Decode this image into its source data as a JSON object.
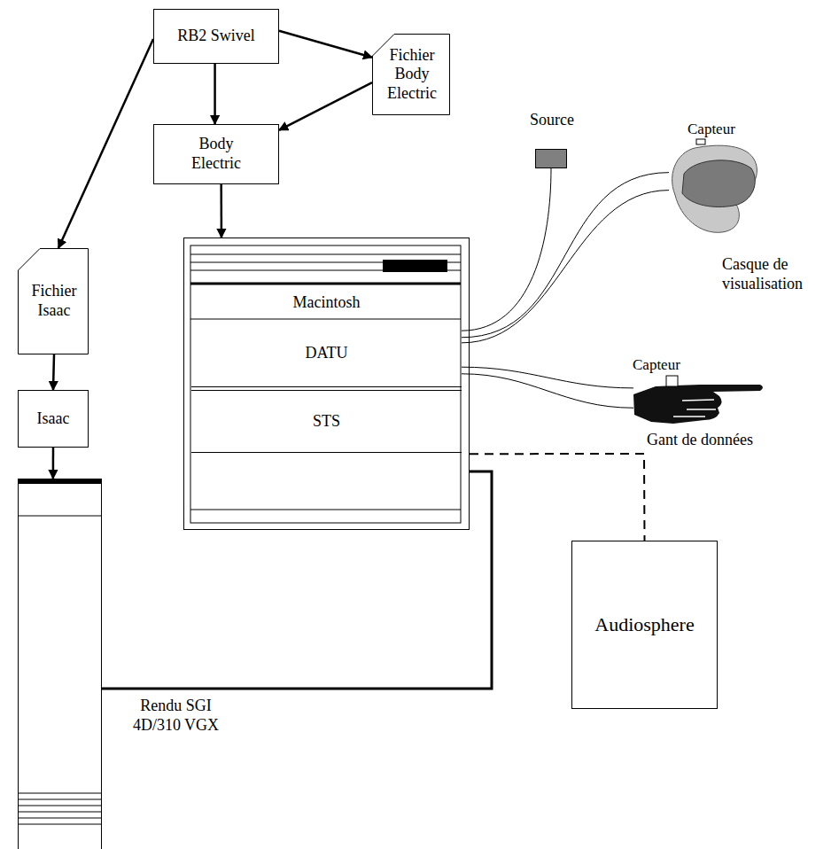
{
  "diagram": {
    "nodes": [
      {
        "text": [
          "RB2 Swivel"
        ]
      },
      {
        "text": [
          "Fichier Body Electric"
        ]
      },
      {
        "text": [
          "Body Electric"
        ]
      },
      {
        "text": [
          "Macintosh"
        ]
      },
      {
        "text": [
          "DATU"
        ],
        "in": 3
      },
      {
        "text": [
          "STS"
        ],
        "in": 3
      },
      {
        "text": [
          "Source"
        ]
      },
      {
        "text": [
          "Casque de visualisation"
        ]
      },
      {
        "text": [
          "Gant de données"
        ]
      },
      {
        "text": [
          "Fichier Isaac"
        ]
      },
      {
        "text": [
          "Isaac"
        ]
      },
      {
        "text": [
          "Rendu SGI 4D/310 VGX"
        ]
      },
      {
        "text": [
          "Audiosphere"
        ]
      }
    ],
    "edges": [
      {
        "from": 0,
        "to": 2,
        "arrow": "to"
      },
      {
        "from": 0,
        "to": 1,
        "arrow": "to"
      },
      {
        "from": 1,
        "to": 2,
        "arrow": "to"
      },
      {
        "from": 2,
        "to": 3,
        "arrow": "to"
      },
      {
        "from": 0,
        "to": 9,
        "arrow": "to"
      },
      {
        "from": 9,
        "to": 10,
        "arrow": "to"
      },
      {
        "from": 10,
        "to": 11,
        "arrow": "to"
      },
      {
        "from": 11,
        "to": 3,
        "arrow": "none"
      },
      {
        "from": 3,
        "to": 12,
        "arrow": "none"
      },
      {
        "from": 4,
        "to": 6,
        "arrow": "none"
      },
      {
        "from": 4,
        "to": 7,
        "arrow": "none"
      },
      {
        "from": 4,
        "to": 7,
        "arrow": "none"
      },
      {
        "from": 4,
        "to": 8,
        "arrow": "none"
      },
      {
        "from": 4,
        "to": 8,
        "arrow": "none"
      }
    ],
    "labels": [
      "Capteur",
      "Capteur"
    ]
  }
}
